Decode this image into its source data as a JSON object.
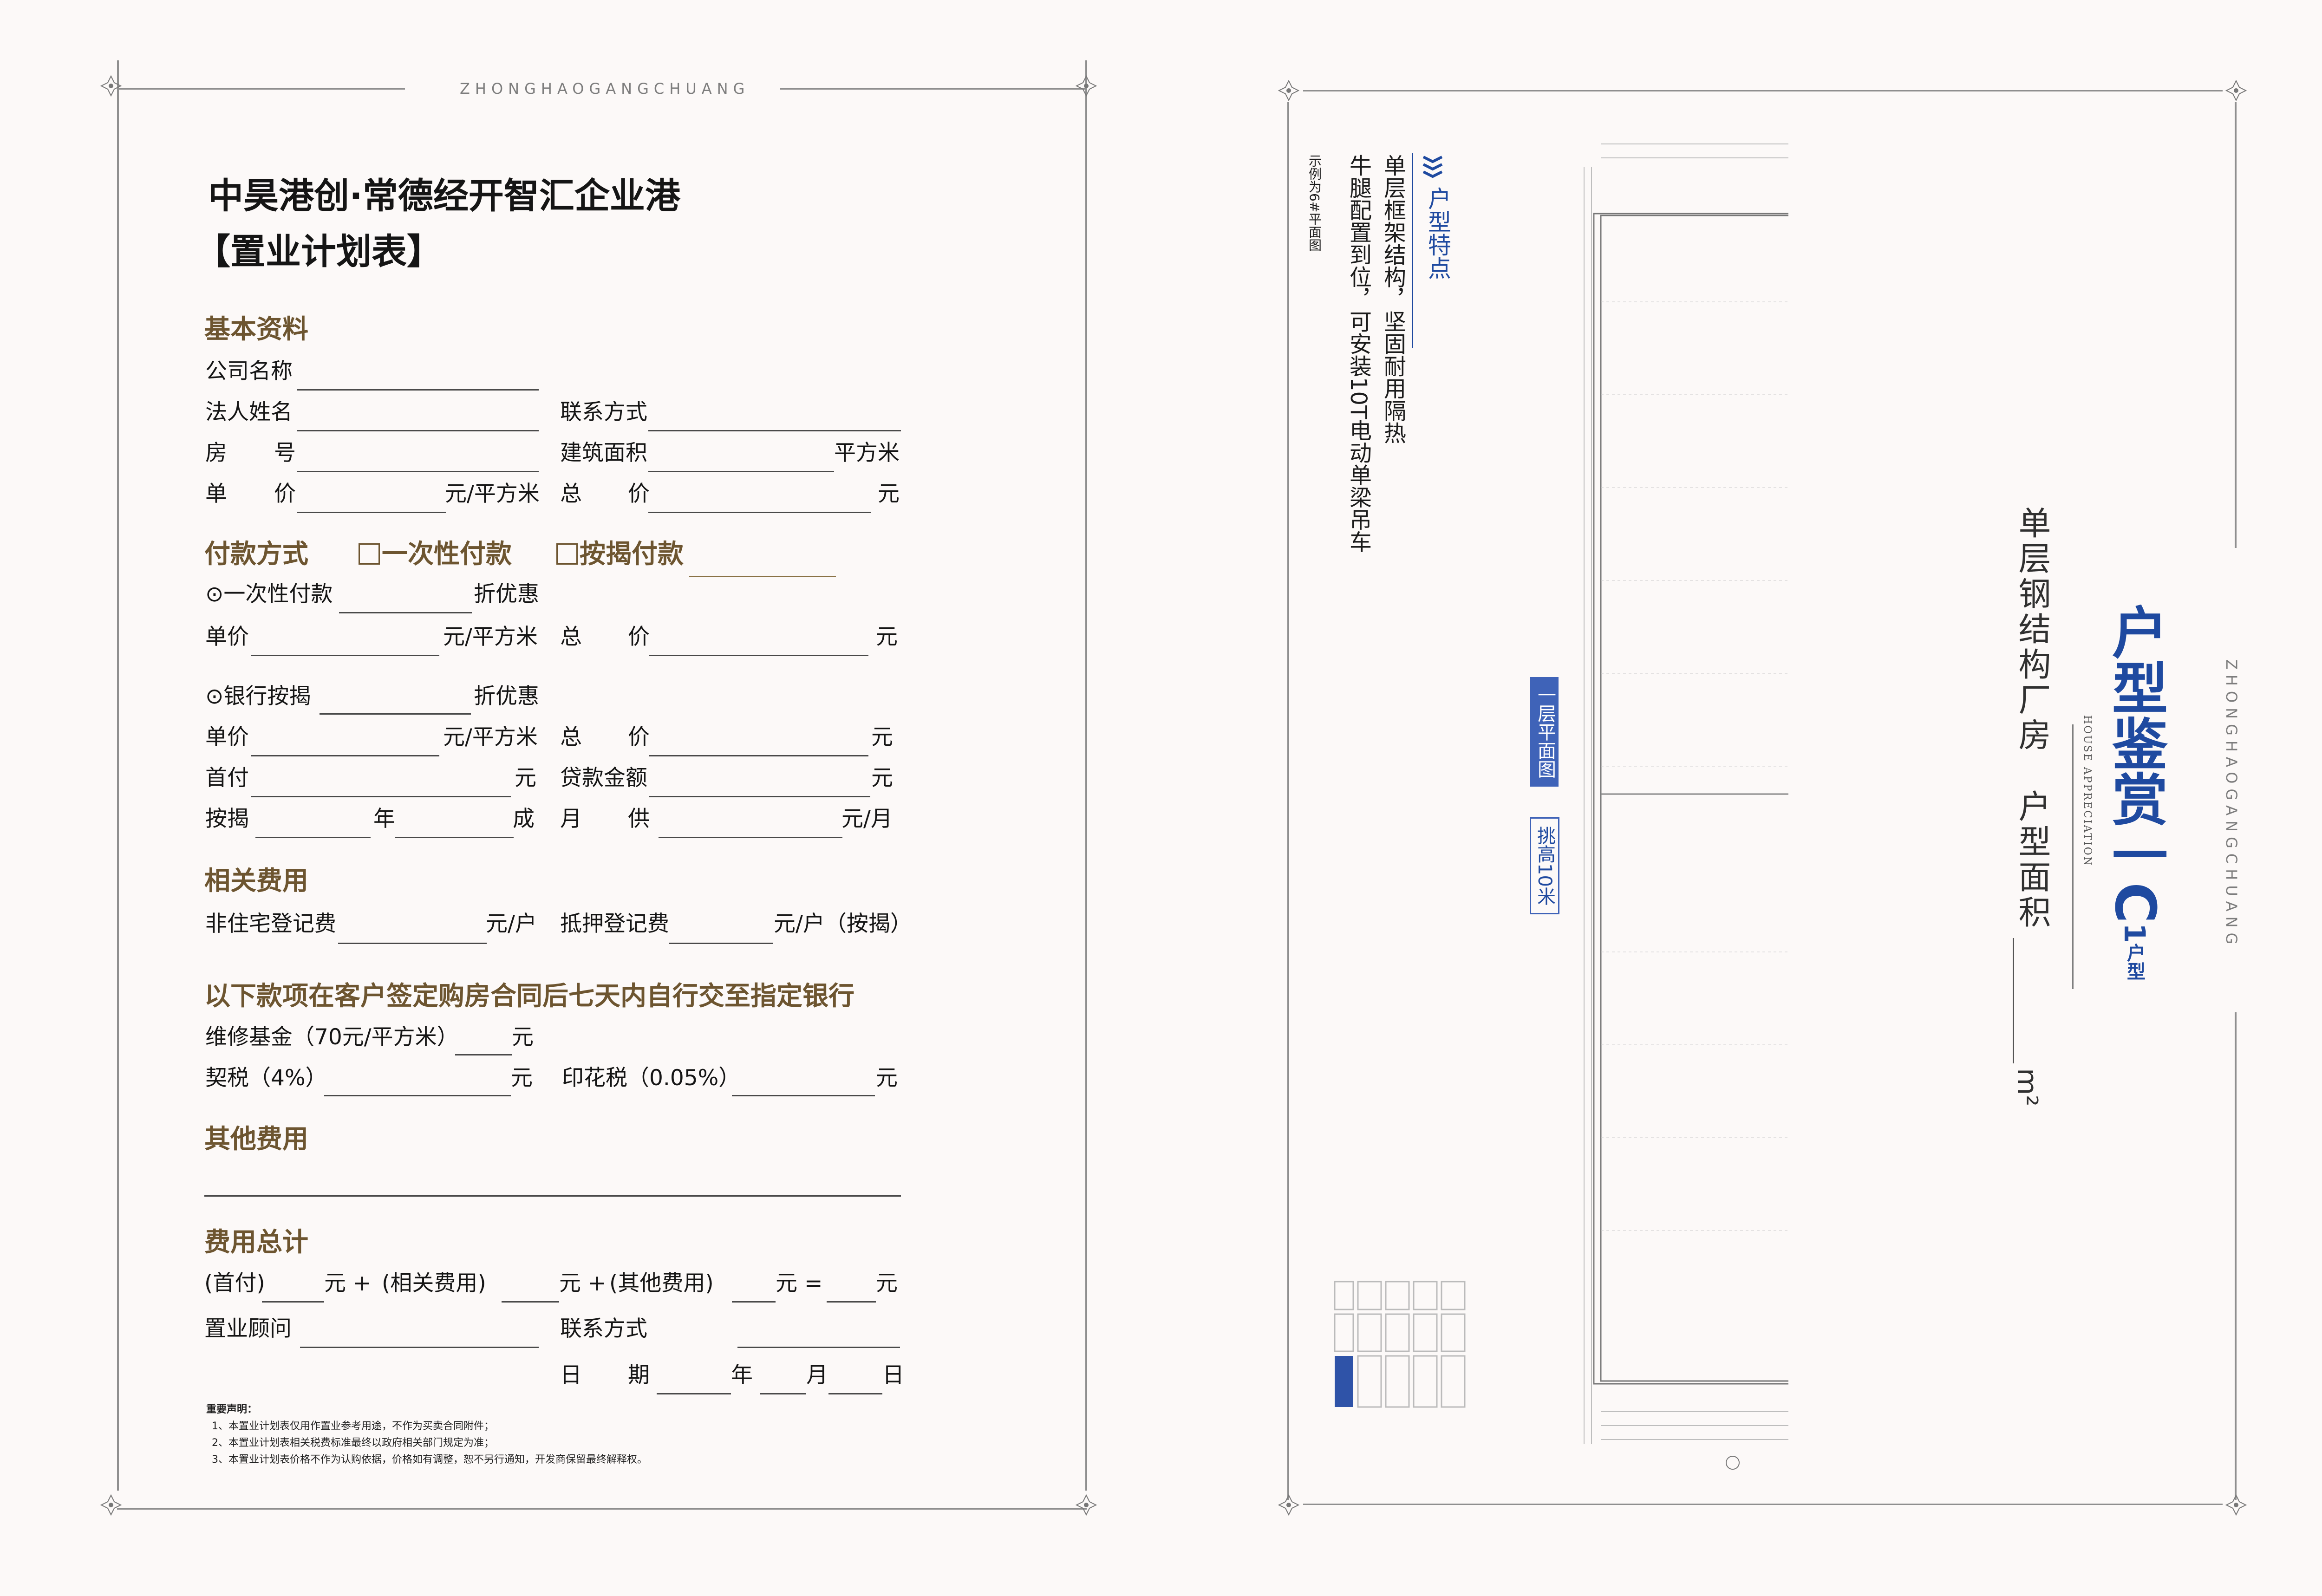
{
  "brand": "ZHONGHAOGANGCHUANG",
  "left": {
    "title_line1": "中昊港创·常德经开智汇企业港",
    "title_line2": "【置业计划表】",
    "basic": {
      "heading": "基本资料",
      "company": "公司名称",
      "legal_person": "法人姓名",
      "contact": "联系方式",
      "room_a": "房",
      "room_b": "号",
      "build_area": "建筑面积",
      "sqm": "平方米",
      "unit_a": "单",
      "unit_b": "价",
      "yuan_sqm": "元/平方米",
      "total_a": "总",
      "total_b": "价",
      "yuan": "元"
    },
    "payment": {
      "heading": "付款方式",
      "opt_full": "一次性付款",
      "opt_mortgage": "按揭付款",
      "full_label": "⊙一次性付款",
      "discount": "折优惠",
      "unit_price": "单价",
      "yuan_sqm": "元/平方米",
      "total_a": "总",
      "total_b": "价",
      "yuan": "元",
      "bank_label": "⊙银行按揭",
      "down_payment": "首付",
      "loan_amount": "贷款金额",
      "mortgage": "按揭",
      "year": "年",
      "cheng": "成",
      "month": "月",
      "gong": "供",
      "yuan_month": "元/月"
    },
    "related": {
      "heading": "相关费用",
      "non_residential": "非住宅登记费",
      "yuan_hu": "元/户",
      "pledge": "抵押登记费",
      "yuan_hu_mortgage": "元/户（按揭）"
    },
    "bank_heading": "以下款项在客户签定购房合同后七天内自行交至指定银行",
    "maintenance": "维修基金（70元/平方米）",
    "deed_tax": "契税（4%）",
    "stamp_tax": "印花税（0.05%）",
    "yuan": "元",
    "other": {
      "heading": "其他费用"
    },
    "summary": {
      "heading": "费用总计",
      "down": "(首付)",
      "yuan_plus1": "元 +",
      "related": "(相关费用)",
      "yuan_plus2": "元 +",
      "other": "(其他费用)",
      "yuan_eq": "元 =",
      "yuan": "元",
      "consultant": "置业顾问",
      "contact": "联系方式",
      "date_a": "日",
      "date_b": "期",
      "year": "年",
      "month": "月",
      "day": "日"
    },
    "notes": [
      "重要声明：",
      "1、本置业计划表仅用作置业参考用途，不作为买卖合同附件；",
      "2、本置业计划表相关税费标准最终以政府相关部门规定为准；",
      "3、本置业计划表价格不作为认购依据，价格如有调整，恕不另行通知，开发商保留最终解释权。"
    ]
  },
  "right": {
    "features_heading": "户型特点",
    "feature1": "单层框架结构，坚固耐用隔热",
    "feature2": "牛腿配置到位，可安装10T电动单梁吊车",
    "sample_note": "示例为6#平面图",
    "plan_label": "一层平面图",
    "height_label": "挑高10米",
    "appreciation_title": "户型鉴赏一C",
    "appreciation_sub": "1",
    "appreciation_type": "户型",
    "appreciation_en": "HOUSE APPRECIATION",
    "building_type": "单层钢结构厂房",
    "area_label": "户型面积",
    "area_unit": "m²",
    "accent_color": "#1f4aa0"
  }
}
